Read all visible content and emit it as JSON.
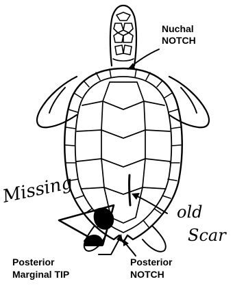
{
  "labels": {
    "nuchal_line1": "Nuchal",
    "nuchal_line2": "NOTCH",
    "posterior_marginal_line1": "Posterior",
    "posterior_marginal_line2": "Marginal TIP",
    "posterior_notch_line1": "Posterior",
    "posterior_notch_line2": "NOTCH"
  },
  "handwritten": {
    "missing": "Missing",
    "old": "old",
    "scar": "Scar"
  },
  "colors": {
    "ink": "#000000",
    "background": "#ffffff"
  }
}
